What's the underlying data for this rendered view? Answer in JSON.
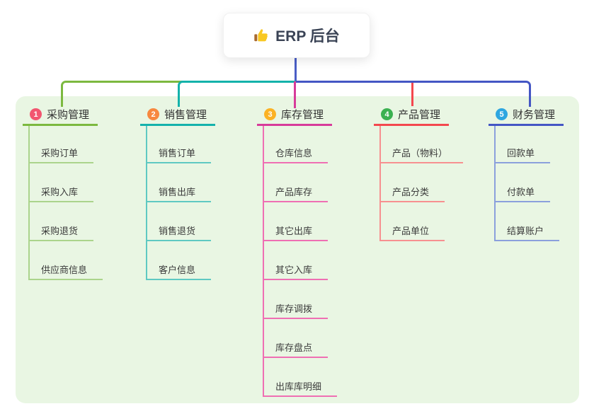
{
  "root": {
    "label": "ERP 后台",
    "icon": "thumbs-up",
    "icon_colors": {
      "hand": "#f8c822",
      "cuff": "#a96a2e"
    }
  },
  "colors": {
    "page_bg": "#ffffff",
    "panel_bg": "#e9f6e3",
    "root_line": "#4a5ec6",
    "root_text": "#3a4355",
    "node_text": "#333333",
    "child_text": "#3b3b3b"
  },
  "branches": [
    {
      "badge": "1",
      "title": "采购管理",
      "badge_color": "#f25670",
      "line_color": "#7cb93f",
      "child_line_color": "#abd48c",
      "children": [
        "采购订单",
        "采购入库",
        "采购退货",
        "供应商信息"
      ]
    },
    {
      "badge": "2",
      "title": "销售管理",
      "badge_color": "#f7883f",
      "line_color": "#14b2ab",
      "child_line_color": "#5fc9c2",
      "children": [
        "销售订单",
        "销售出库",
        "销售退货",
        "客户信息"
      ]
    },
    {
      "badge": "3",
      "title": "库存管理",
      "badge_color": "#fbb224",
      "line_color": "#d73b9a",
      "child_line_color": "#ef6fb3",
      "children": [
        "仓库信息",
        "产品库存",
        "其它出库",
        "其它入库",
        "库存调拨",
        "库存盘点",
        "出库库明细"
      ]
    },
    {
      "badge": "4",
      "title": "产品管理",
      "badge_color": "#3bb151",
      "line_color": "#f4484e",
      "child_line_color": "#f79090",
      "children": [
        "产品（物料）",
        "产品分类",
        "产品单位"
      ]
    },
    {
      "badge": "5",
      "title": "财务管理",
      "badge_color": "#2ea6e0",
      "line_color": "#4456c4",
      "child_line_color": "#8ba0dc",
      "children": [
        "回款单",
        "付款单",
        "结算账户"
      ]
    }
  ]
}
